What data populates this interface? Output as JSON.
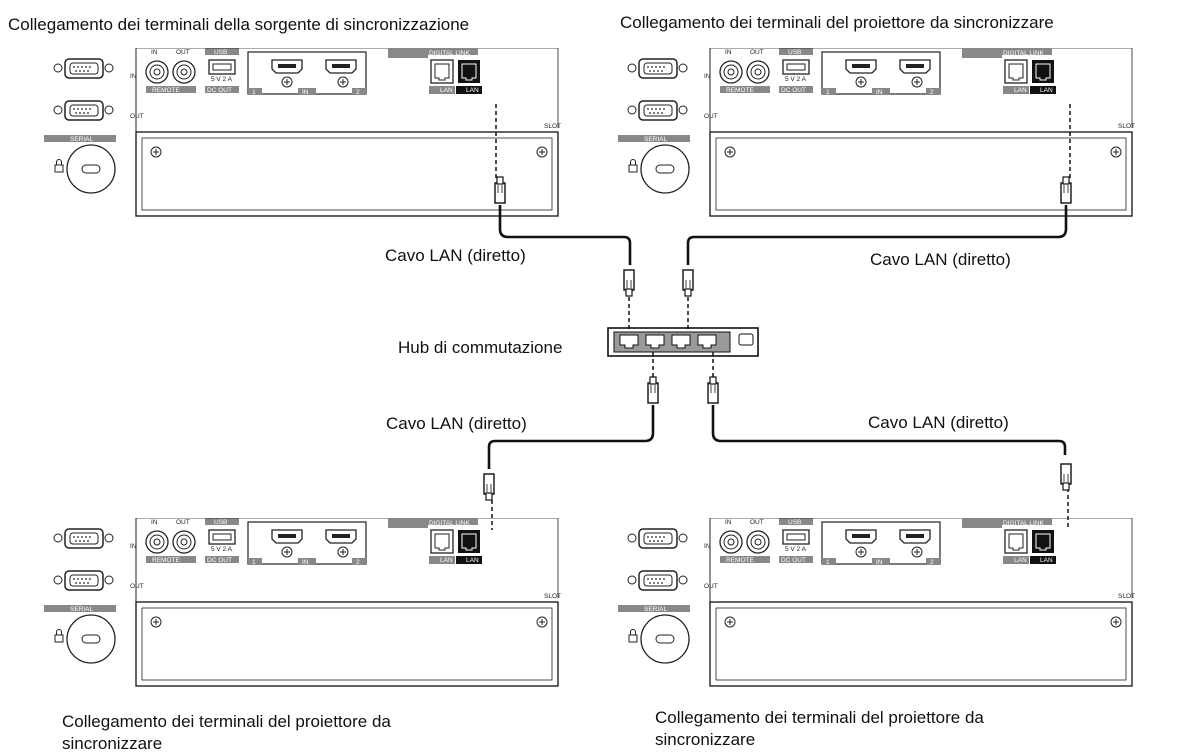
{
  "captions": {
    "top_left": "Collegamento dei terminali della sorgente di sincronizzazione",
    "top_right": "Collegamento dei terminali del proiettore da sincronizzare",
    "bottom_left": "Collegamento dei terminali del proiettore da sincronizzare",
    "bottom_right": "Collegamento dei terminali del proiettore da sincronizzare"
  },
  "cable_label": "Cavo LAN (diretto)",
  "hub_label": "Hub di commutazione",
  "panel_labels": {
    "in": "IN",
    "out": "OUT",
    "usb": "USB",
    "remote": "REMOTE",
    "dc_out": "DC OUT",
    "usb_rating": "5 V 2 A",
    "hdmi_1": "1",
    "hdmi_2": "2",
    "digital_link": "DIGITAL LINK",
    "lan": "LAN",
    "slot": "SLOT",
    "serial": "SERIAL"
  },
  "colors": {
    "line": "#111111",
    "panel_fill": "#ffffff",
    "label_bar": "#888888",
    "lan_port_highlight": "#111111"
  }
}
